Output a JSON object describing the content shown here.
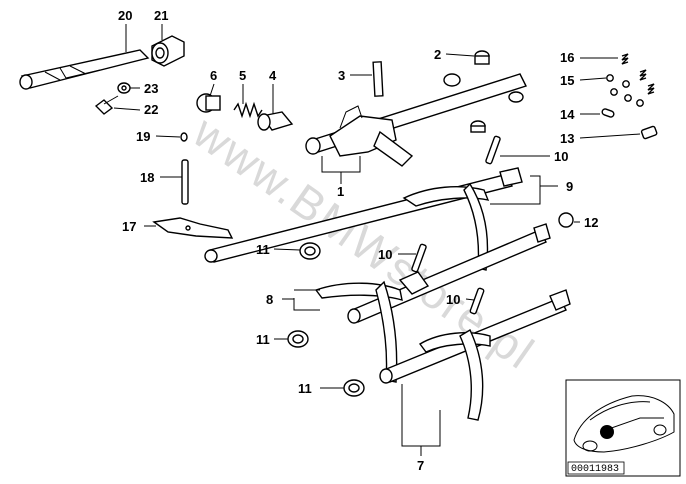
{
  "diagram": {
    "watermark": "www.BMWstore.pl",
    "reference_code": "00011983",
    "callouts": [
      "20",
      "21",
      "23",
      "22",
      "6",
      "5",
      "4",
      "3",
      "2",
      "16",
      "15",
      "14",
      "13",
      "19",
      "18",
      "17",
      "1",
      "10",
      "9",
      "12",
      "11",
      "10",
      "8",
      "11",
      "10",
      "11",
      "7"
    ]
  }
}
